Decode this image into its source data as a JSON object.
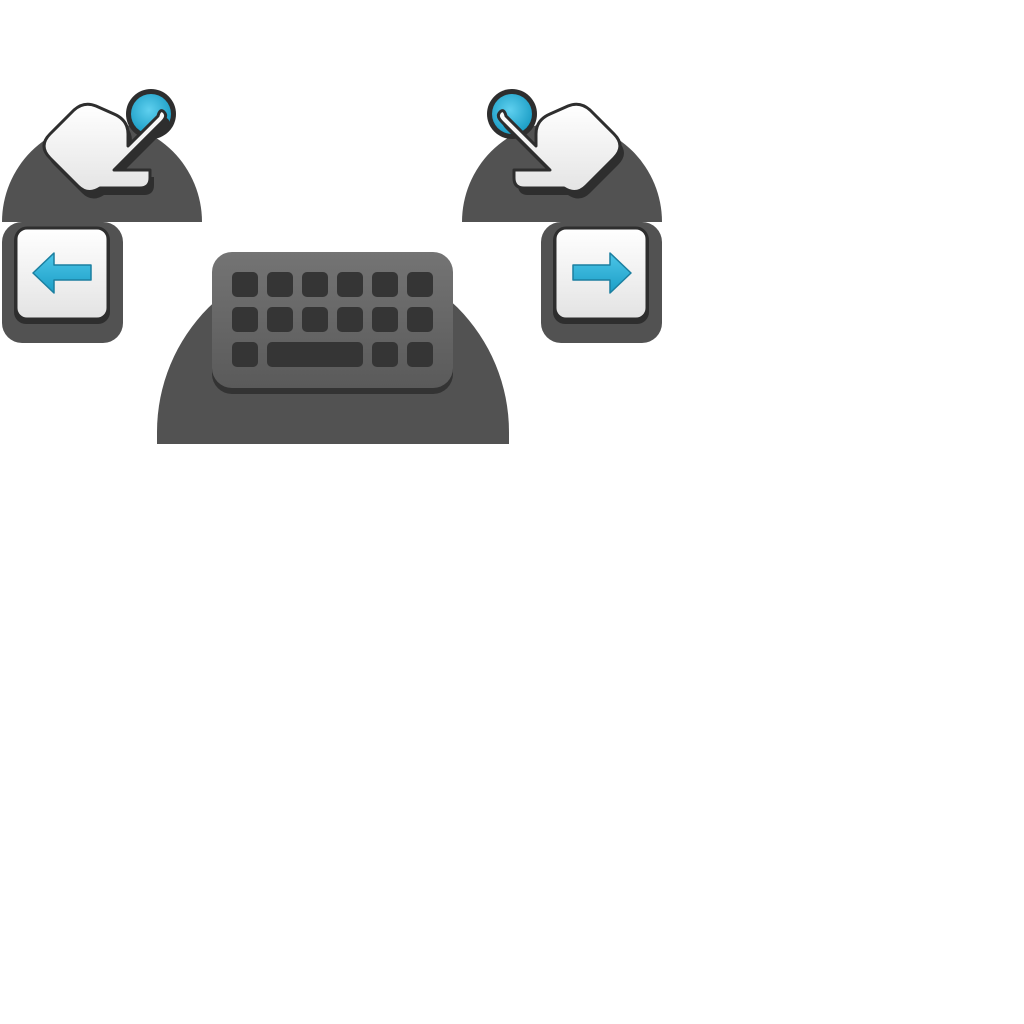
{
  "sprite_sheet": {
    "background_color": "#ffffff",
    "base_color": "#525252",
    "key_face_light": "#f7f7f7",
    "key_face_dark": "#e2e2e2",
    "key_outline": "#2e2e2e",
    "accent_color": "#2bb0d6",
    "accent_dark": "#1b7fa0",
    "keyboard_body_top": "#727272",
    "keyboard_body_bottom": "#5c5c5c",
    "keyboard_key_color": "#353535"
  },
  "icons": [
    {
      "id": "swipe-left-gesture",
      "icon": "hand-pointer-icon",
      "direction": "left"
    },
    {
      "id": "swipe-right-gesture",
      "icon": "hand-pointer-icon",
      "direction": "right"
    },
    {
      "id": "left-arrow-key",
      "icon": "arrow-left-icon"
    },
    {
      "id": "right-arrow-key",
      "icon": "arrow-right-icon"
    },
    {
      "id": "keyboard",
      "icon": "keyboard-icon",
      "rows": 3,
      "keys_per_row": 6
    }
  ]
}
